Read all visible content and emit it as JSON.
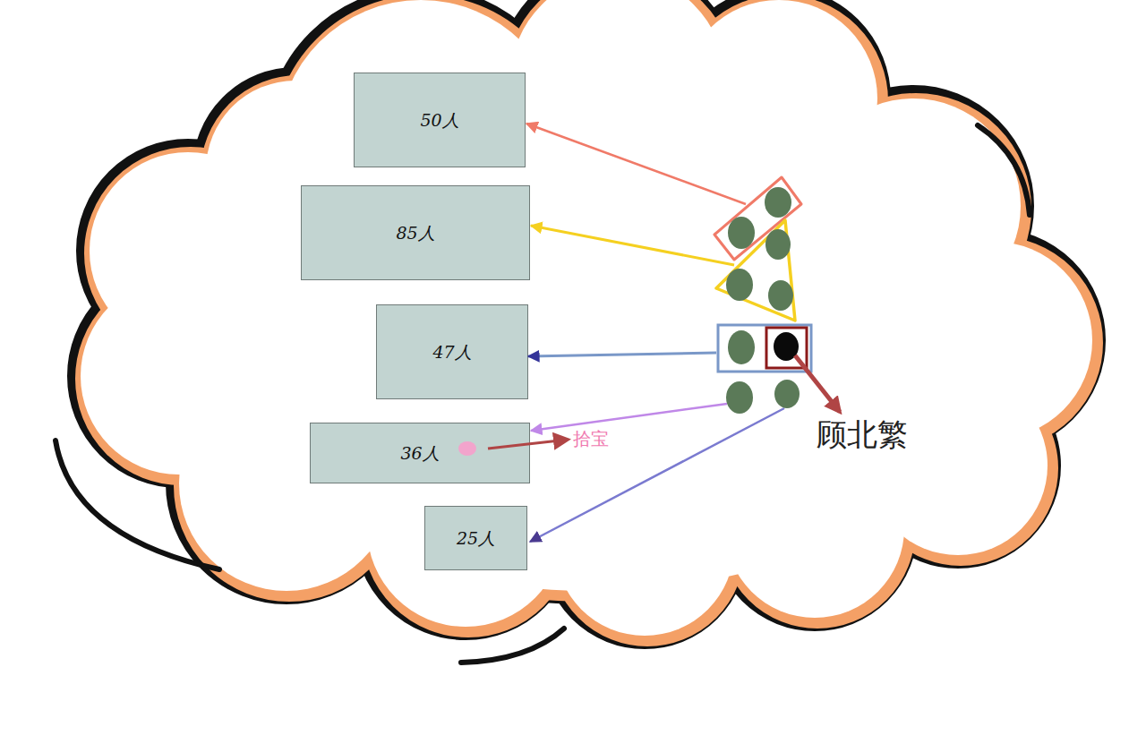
{
  "diagram": {
    "nodes": [
      {
        "text": [
          "50人"
        ]
      },
      {
        "text": [
          "85人"
        ]
      },
      {
        "text": [
          "47人"
        ]
      },
      {
        "text": [
          "36人"
        ]
      },
      {
        "text": [
          "25人"
        ]
      }
    ],
    "labels": [
      "顾北繁",
      "拾宝"
    ]
  }
}
